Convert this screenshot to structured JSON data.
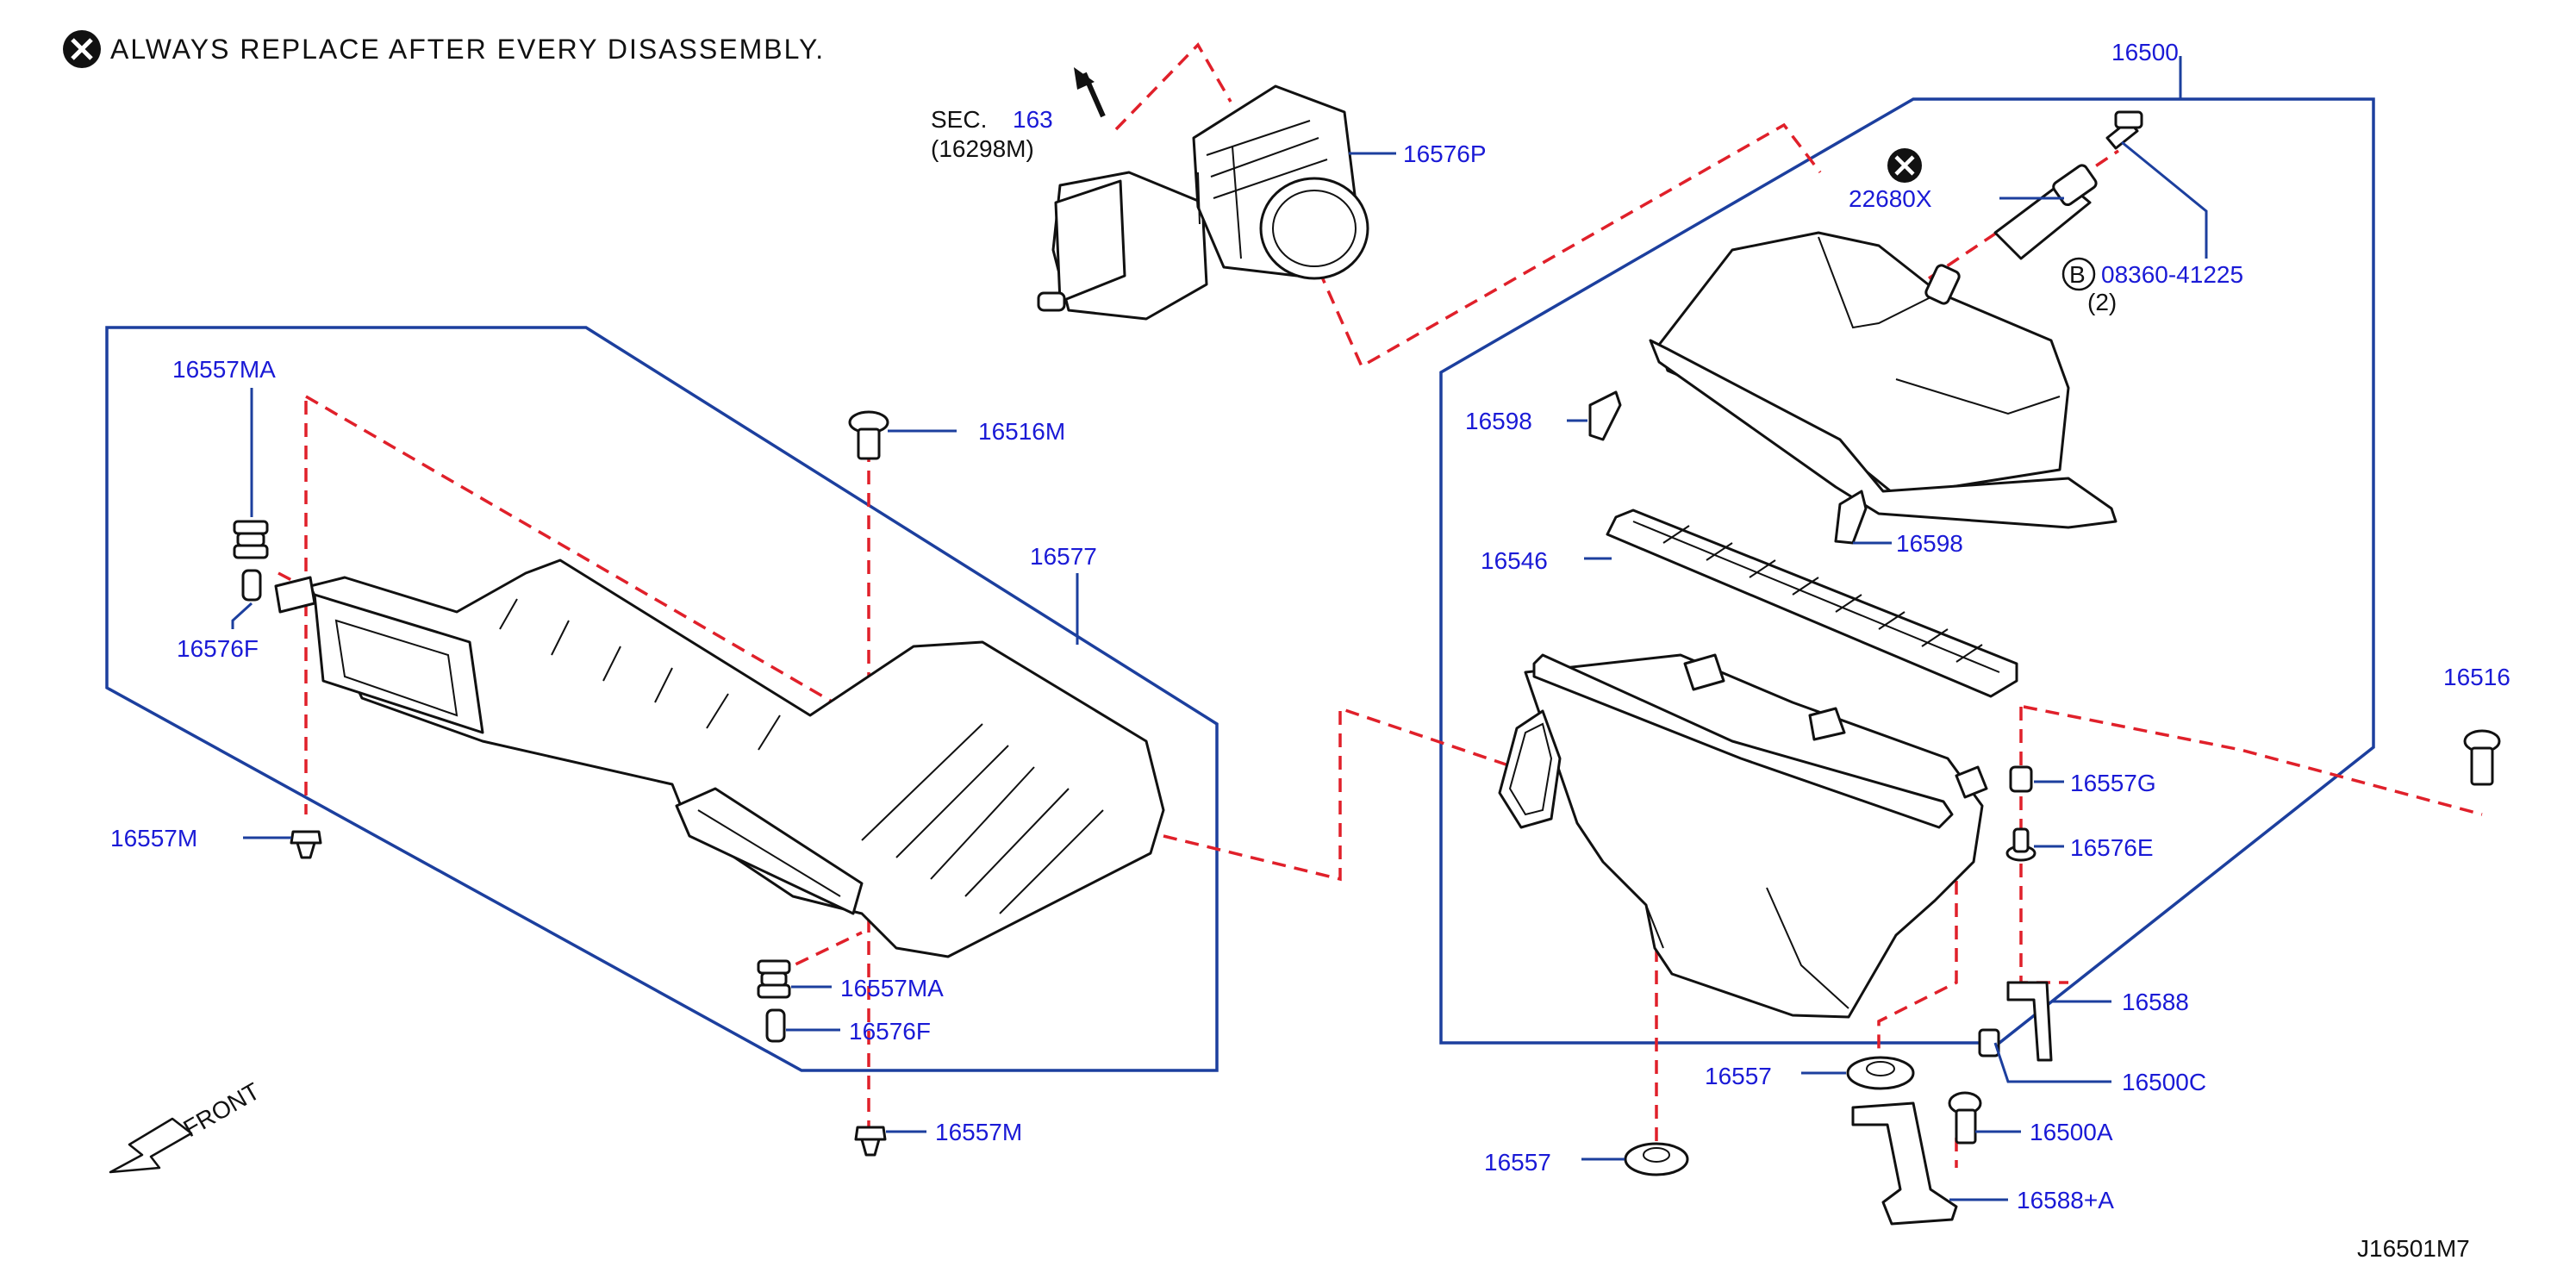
{
  "header": {
    "note_text": "ALWAYS REPLACE AFTER EVERY DISASSEMBLY."
  },
  "diagram_code": "J16501M7",
  "front_label": "FRONT",
  "section_ref": {
    "prefix": "SEC.",
    "number": "163",
    "part": "(16298M)"
  },
  "parts": {
    "p16500": "16500",
    "p16576P": "16576P",
    "p22680X": "22680X",
    "p08360": "08360-41225",
    "p08360_qty": "(2)",
    "bolt_symbol": "B",
    "p16598_upper": "16598",
    "p16598_lower": "16598",
    "p16546": "16546",
    "p16516": "16516",
    "p16557G": "16557G",
    "p16576E": "16576E",
    "p16588": "16588",
    "p16500C": "16500C",
    "p16557_right": "16557",
    "p16557_lower": "16557",
    "p16500A": "16500A",
    "p16588A": "16588+A",
    "p16557MA_top": "16557MA",
    "p16576F_left": "16576F",
    "p16557M_left": "16557M",
    "p16516M": "16516M",
    "p16577": "16577",
    "p16557MA_bottom": "16557MA",
    "p16576F_bottom": "16576F",
    "p16557M_bottom": "16557M"
  },
  "colors": {
    "label": "#1a1ad6",
    "leader": "#1c3f9e",
    "dashed_guide": "#e0202a",
    "outline": "#111111"
  }
}
